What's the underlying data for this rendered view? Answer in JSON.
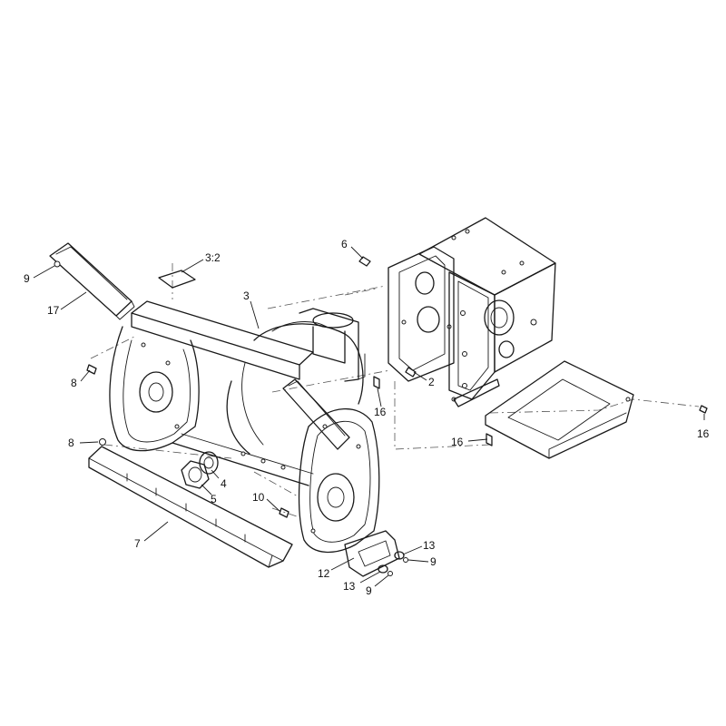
{
  "callouts": [
    {
      "id": "c-9a",
      "text": "9"
    },
    {
      "id": "c-17",
      "text": "17"
    },
    {
      "id": "c-3-2",
      "text": "3:2"
    },
    {
      "id": "c-3",
      "text": "3"
    },
    {
      "id": "c-6",
      "text": "6"
    },
    {
      "id": "c-2",
      "text": "2"
    },
    {
      "id": "c-16a",
      "text": "16"
    },
    {
      "id": "c-16b",
      "text": "16"
    },
    {
      "id": "c-16c",
      "text": "16"
    },
    {
      "id": "c-8a",
      "text": "8"
    },
    {
      "id": "c-8b",
      "text": "8"
    },
    {
      "id": "c-4",
      "text": "4"
    },
    {
      "id": "c-5",
      "text": "5"
    },
    {
      "id": "c-10",
      "text": "10"
    },
    {
      "id": "c-7",
      "text": "7"
    },
    {
      "id": "c-12",
      "text": "12"
    },
    {
      "id": "c-13a",
      "text": "13"
    },
    {
      "id": "c-13b",
      "text": "13"
    },
    {
      "id": "c-9b",
      "text": "9"
    },
    {
      "id": "c-9c",
      "text": "9"
    }
  ],
  "colors": {
    "line": "#1a1a1a",
    "background": "#ffffff"
  }
}
